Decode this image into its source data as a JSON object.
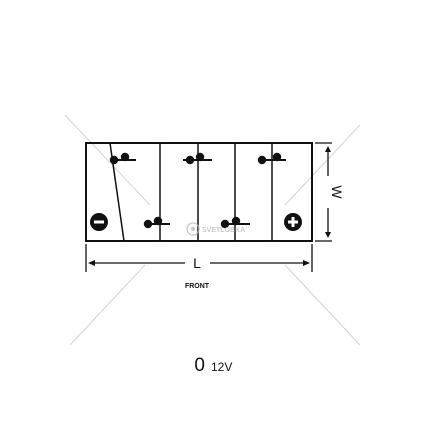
{
  "diagram": {
    "dimension_length_label": "L",
    "dimension_width_label": "W",
    "front_label": "FRONT",
    "layout_code": "0",
    "voltage": "12V",
    "watermark_text": "SVETLOBKA",
    "terminal_left": "negative",
    "terminal_right": "positive",
    "cells": 6,
    "colors": {
      "line": "#111111",
      "guide": "#cfcfcf",
      "watermark": "#b9b9b9"
    }
  }
}
